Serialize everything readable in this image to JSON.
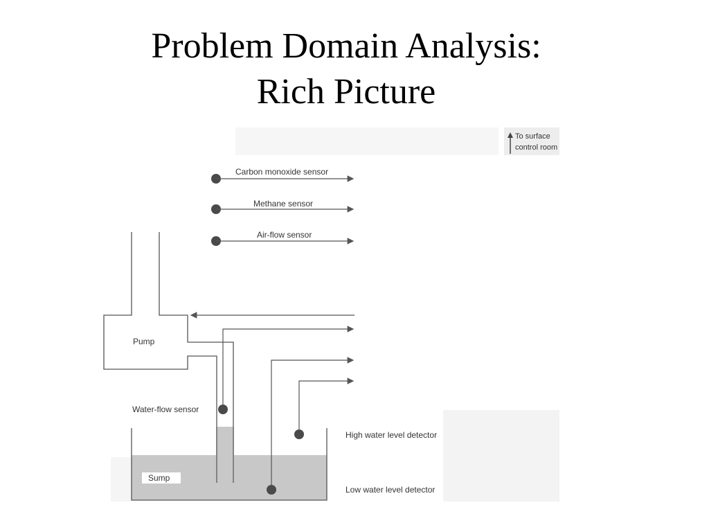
{
  "slide": {
    "title_line1": "Problem Domain Analysis:",
    "title_line2": "Rich Picture"
  },
  "diagram": {
    "surface_label_line1": "To surface",
    "surface_label_line2": "control room",
    "sensors": [
      {
        "label": "Carbon monoxide sensor"
      },
      {
        "label": "Methane sensor"
      },
      {
        "label": "Air-flow sensor"
      }
    ],
    "pump_label": "Pump",
    "water_flow_sensor_label": "Water-flow sensor",
    "sump_label": "Sump",
    "high_water_label": "High water level detector",
    "low_water_label": "Low water level detector",
    "colors": {
      "line": "#555555",
      "dot": "#4a4a4a",
      "water": "#c8c8c8",
      "paper": "#f4f4f4"
    }
  }
}
